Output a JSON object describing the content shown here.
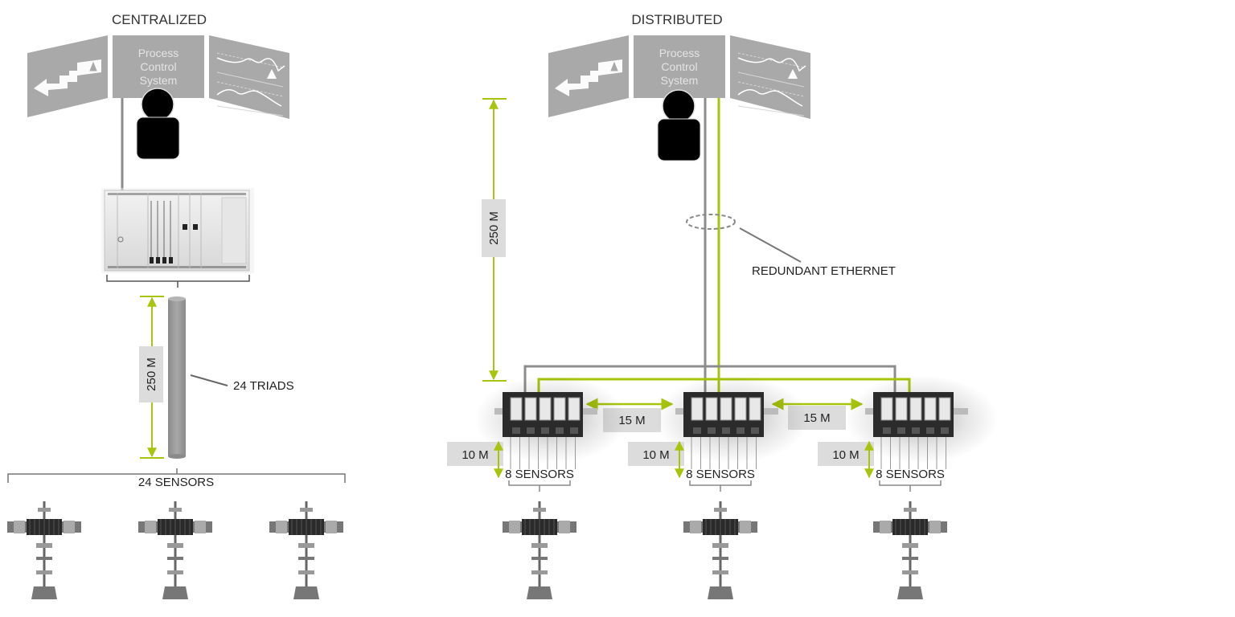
{
  "colors": {
    "accent_green": "#a8c40c",
    "cable_gray": "#8c8c8c",
    "panel_gray": "#a9a9a9",
    "label_box": "#dcdcdc",
    "operator": "#000000"
  },
  "centralized": {
    "title": "CENTRALIZED",
    "pcs_label": [
      "Process",
      "Control",
      "System"
    ],
    "rack_icon": "control-rack-icon",
    "distance_label": "250 M",
    "cable_label": "24 TRIADS",
    "sensors_label": "24 SENSORS",
    "sensor_count": 3
  },
  "distributed": {
    "title": "DISTRIBUTED",
    "pcs_label": [
      "Process",
      "Control",
      "System"
    ],
    "distance_label": "250 M",
    "network_label": "REDUNDANT ETHERNET",
    "spacing_labels": [
      "15 M",
      "15 M"
    ],
    "nodes": [
      {
        "drop_label": "10 M",
        "sensors_label": "8 SENSORS"
      },
      {
        "drop_label": "10 M",
        "sensors_label": "8 SENSORS"
      },
      {
        "drop_label": "10 M",
        "sensors_label": "8 SENSORS"
      }
    ]
  }
}
